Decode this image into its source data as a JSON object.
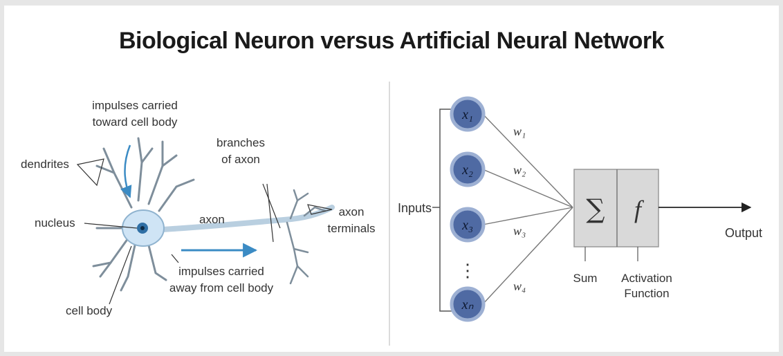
{
  "title": "Biological Neuron versus Artificial Neural Network",
  "bio": {
    "impulses_toward_line1": "impulses carried",
    "impulses_toward_line2": "toward cell body",
    "dendrites": "dendrites",
    "nucleus": "nucleus",
    "axon": "axon",
    "branches_line1": "branches",
    "branches_line2": "of axon",
    "terminals_line1": "axon",
    "terminals_line2": "terminals",
    "impulses_away_line1": "impulses carried",
    "impulses_away_line2": "away from cell body",
    "cell_body": "cell body"
  },
  "ann": {
    "inputs_label": "Inputs",
    "nodes": [
      "x₁",
      "x₂",
      "x₃",
      "xₙ"
    ],
    "weights": [
      "w₁",
      "w₂",
      "w₃",
      "w₄"
    ],
    "ellipsis": "⋮",
    "sum_symbol": "∑",
    "activation_symbol": "f",
    "sum_label": "Sum",
    "activation_line1": "Activation",
    "activation_line2": "Function",
    "output_label": "Output"
  },
  "colors": {
    "node_fill": "#4f6aa3",
    "node_ring": "#9db0d3",
    "box_fill": "#d9d9d9",
    "arrow_blue": "#3b8bc4",
    "cell_fill": "#cfe4f5"
  }
}
